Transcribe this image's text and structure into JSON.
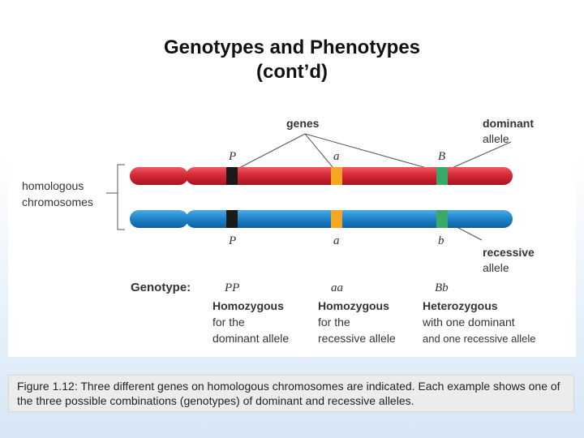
{
  "title": {
    "line1": "Genotypes and Phenotypes",
    "line2": "(cont’d)"
  },
  "figure": {
    "labels": {
      "genes": "genes",
      "dominant_line1": "dominant",
      "dominant_line2": "allele",
      "recessive_line1": "recessive",
      "recessive_line2": "allele",
      "homologous_line1": "homologous",
      "homologous_line2": "chromosomes",
      "genotype": "Genotype:"
    },
    "top_alleles": [
      "P",
      "a",
      "B"
    ],
    "bottom_alleles": [
      "P",
      "a",
      "b"
    ],
    "genotypes": [
      {
        "code": "PP",
        "heading": "Homozygous",
        "line1": "for the",
        "line2": "dominant allele"
      },
      {
        "code": "aa",
        "heading": "Homozygous",
        "line1": "for the",
        "line2": "recessive allele"
      },
      {
        "code": "Bb",
        "heading": "Heterozygous",
        "line1": "with one dominant",
        "line2": "and one recessive allele"
      }
    ],
    "colors": {
      "top_chromosome": "#d42a36",
      "bottom_chromosome": "#1e86cc",
      "gene_P": "#1a1a1a",
      "gene_a": "#f5a623",
      "gene_B": "#3aa86a"
    }
  },
  "caption": "Figure 1.12: Three different genes on homologous chromosomes are indicated. Each example shows one of the three possible combinations (genotypes) of dominant and recessive alleles."
}
